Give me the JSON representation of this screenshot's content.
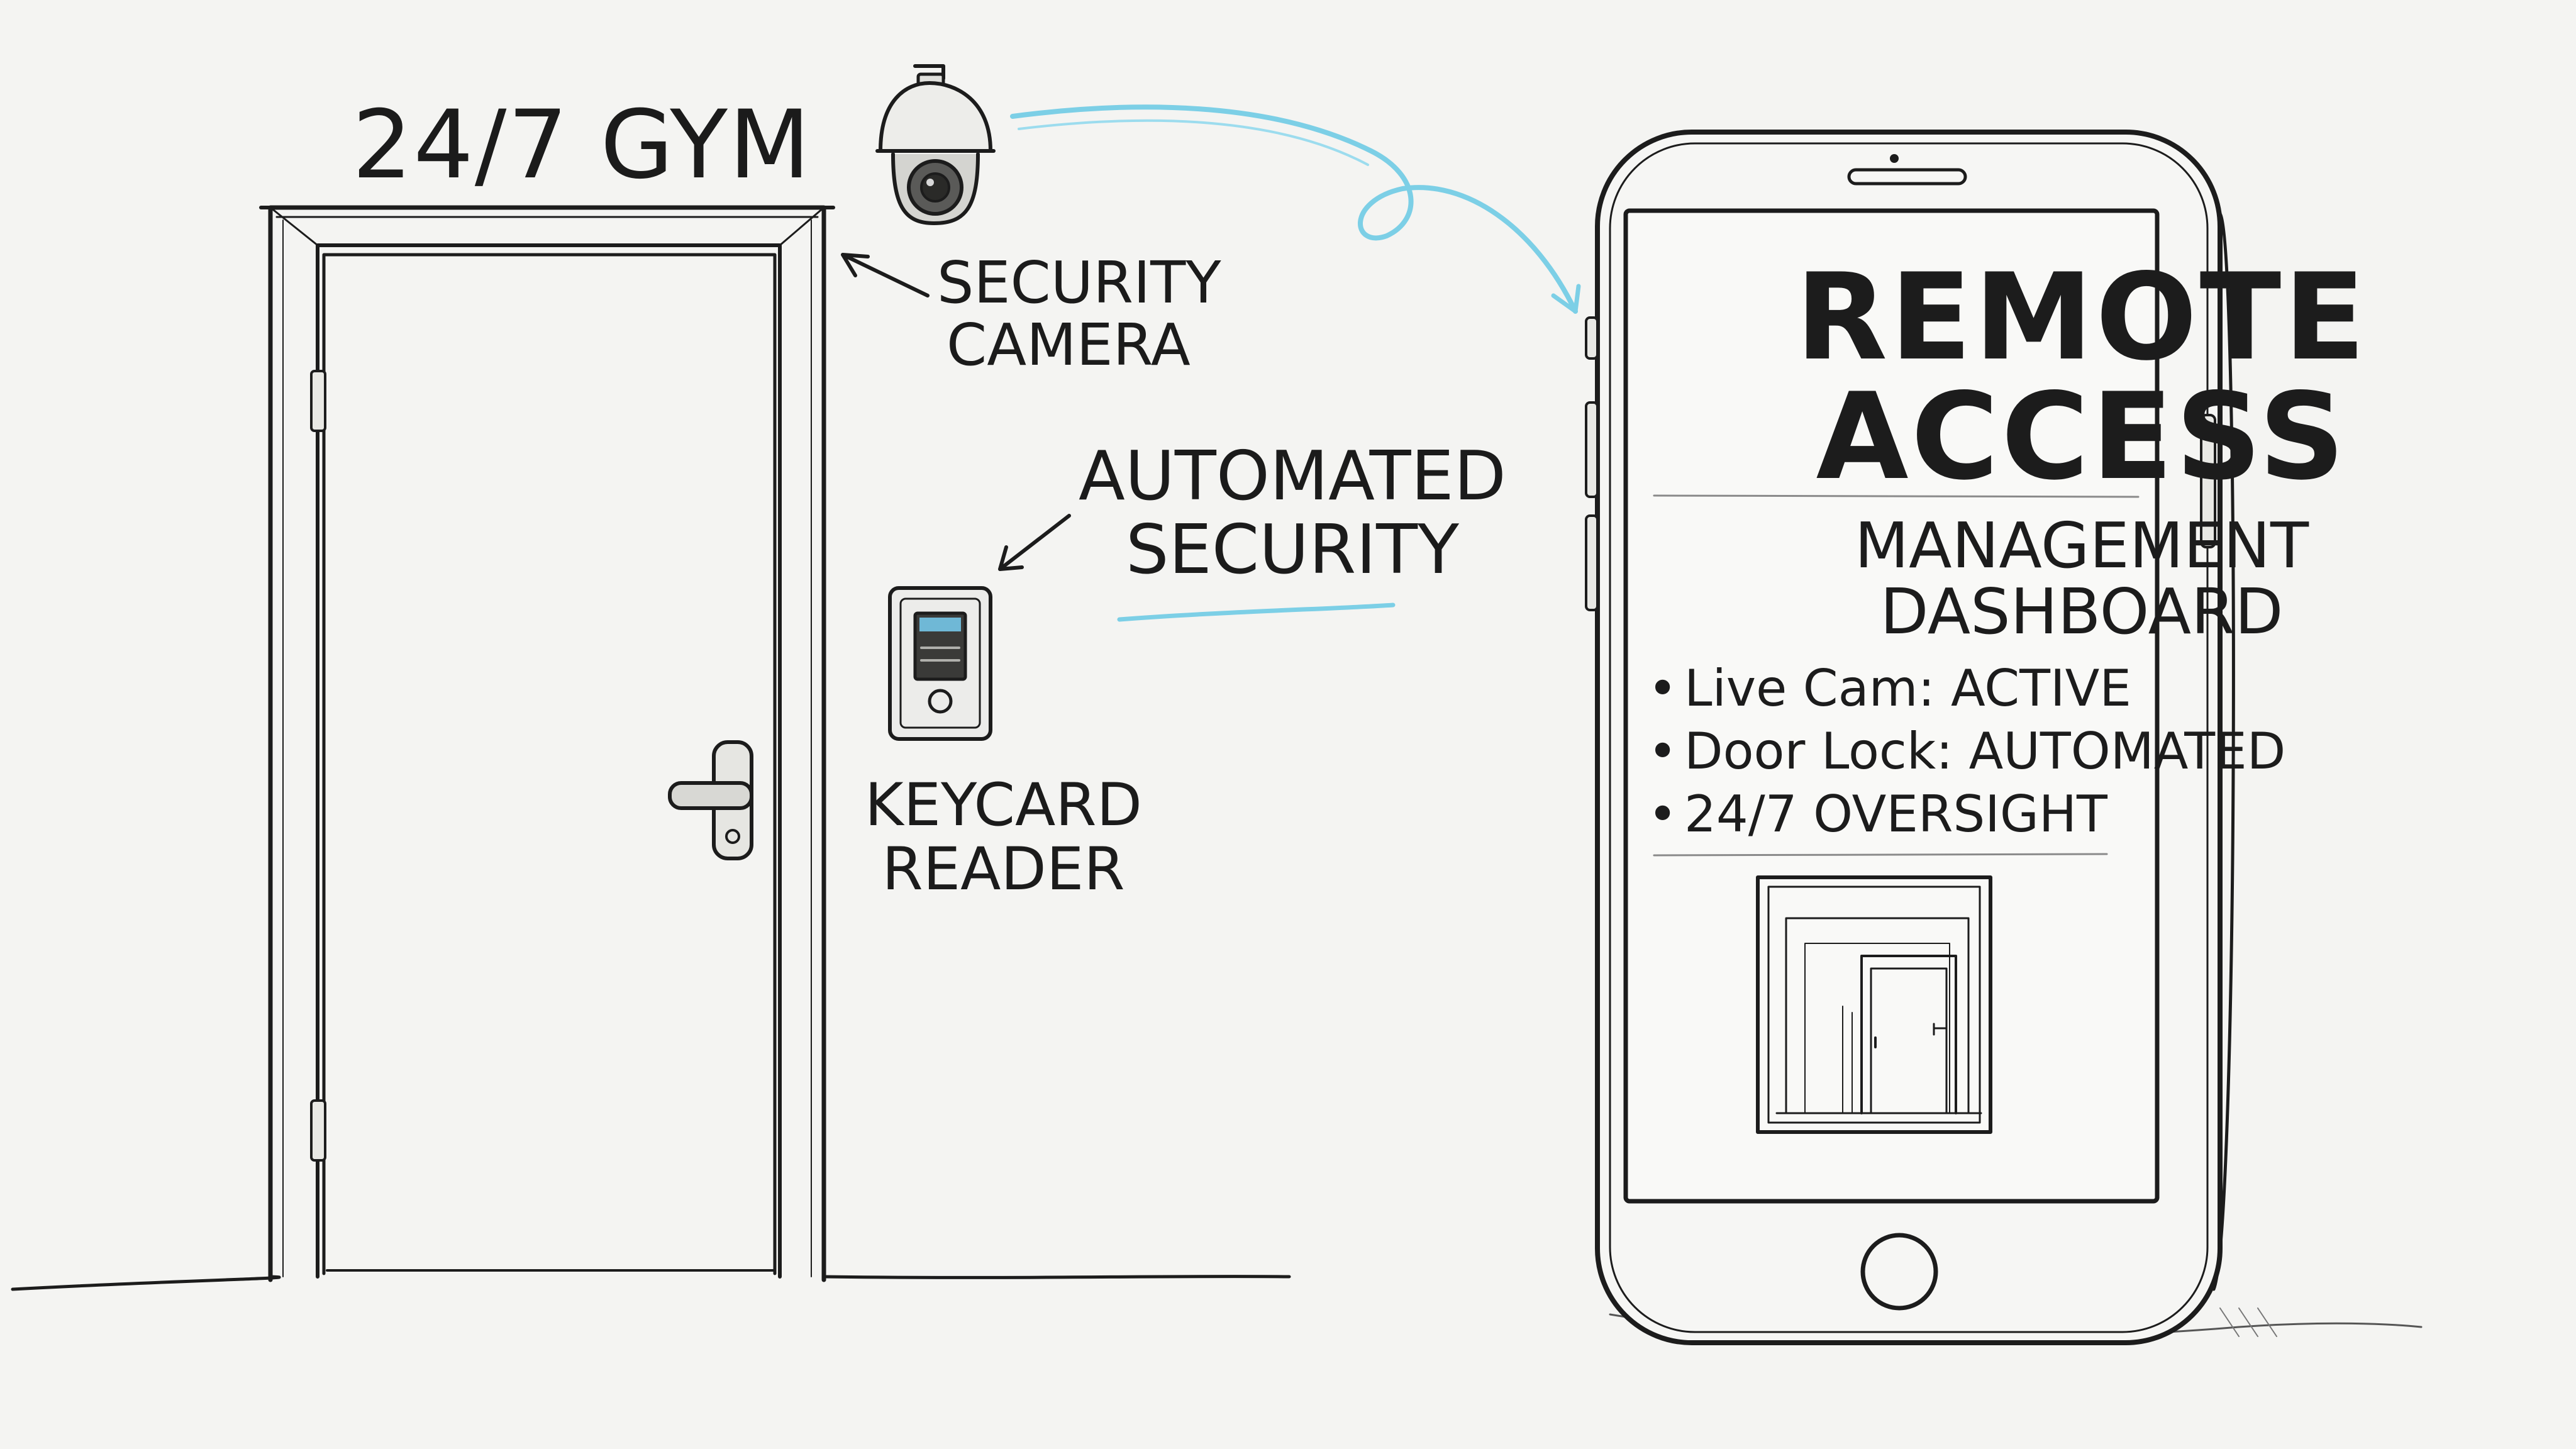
{
  "gym_sign": "24/7 GYM",
  "annotations": {
    "camera_line1": "SECURITY",
    "camera_line2": "CAMERA",
    "automated_line1": "AUTOMATED",
    "automated_line2": "SECURITY",
    "reader_line1": "KEYCARD",
    "reader_line2": "READER"
  },
  "phone": {
    "title_line1": "REMOTE",
    "title_line2": "ACCESS",
    "subtitle_line1": "MANAGEMENT",
    "subtitle_line2": "DASHBOARD",
    "items": [
      "Live Cam: ACTIVE",
      "Door Lock: AUTOMATED",
      "24/7 OVERSIGHT"
    ]
  },
  "colors": {
    "ink": "#1c1c1c",
    "accent_blue": "#7ccfe6",
    "paper": "#f4f4f2"
  },
  "icons": [
    "security-camera-icon",
    "keycard-reader-icon",
    "door-handle-icon",
    "home-button-icon"
  ]
}
